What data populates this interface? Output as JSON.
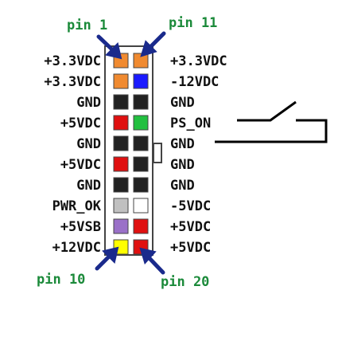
{
  "left_labels": [
    "+3.3VDC",
    "+3.3VDC",
    "GND",
    "+5VDC",
    "GND",
    "+5VDC",
    "GND",
    "PWR_OK",
    "+5VSB",
    "+12VDC"
  ],
  "right_labels": [
    "+3.3VDC",
    "-12VDC",
    "GND",
    "PS_ON",
    "GND",
    "GND",
    "GND",
    "-5VDC",
    "+5VDC",
    "+5VDC"
  ],
  "left_colors": [
    "#f08a30",
    "#f08a30",
    "#222222",
    "#e01010",
    "#222222",
    "#e01010",
    "#222222",
    "#c0c0c0",
    "#9a70c8",
    "#ffff00"
  ],
  "right_colors": [
    "#f08a30",
    "#1a1aff",
    "#222222",
    "#22c040",
    "#222222",
    "#222222",
    "#222222",
    "#ffffff",
    "#e01010",
    "#e01010"
  ],
  "pin_labels": {
    "top_left": "pin 1",
    "top_right": "pin 11",
    "bottom_left": "pin 10",
    "bottom_right": "pin 20"
  },
  "colors": {
    "pin_label": "#1b8a3a",
    "arrow": "#1a2a8c",
    "text": "#111111",
    "frame": "#444444"
  }
}
